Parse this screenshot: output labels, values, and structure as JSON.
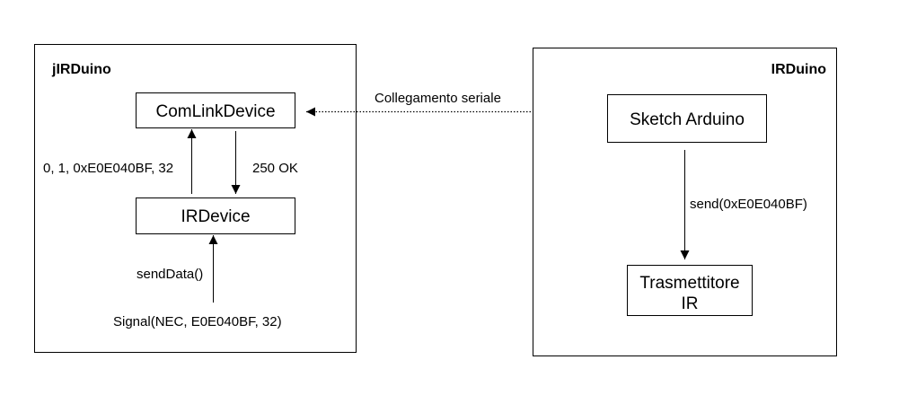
{
  "left_panel": {
    "title": "jIRDuino",
    "comlink_label": "ComLinkDevice",
    "irdevice_label": "IRDevice",
    "up_edge_label": "0, 1, 0xE0E040BF, 32",
    "down_edge_label": "250 OK",
    "senddata_label": "sendData()",
    "signal_label": "Signal(NEC, E0E040BF, 32)"
  },
  "right_panel": {
    "title": "IRDuino",
    "sketch_label": "Sketch Arduino",
    "send_label": "send(0xE0E040BF)",
    "transmitter_line1": "Trasmettitore",
    "transmitter_line2": "IR"
  },
  "link": {
    "label": "Collegamento seriale"
  }
}
